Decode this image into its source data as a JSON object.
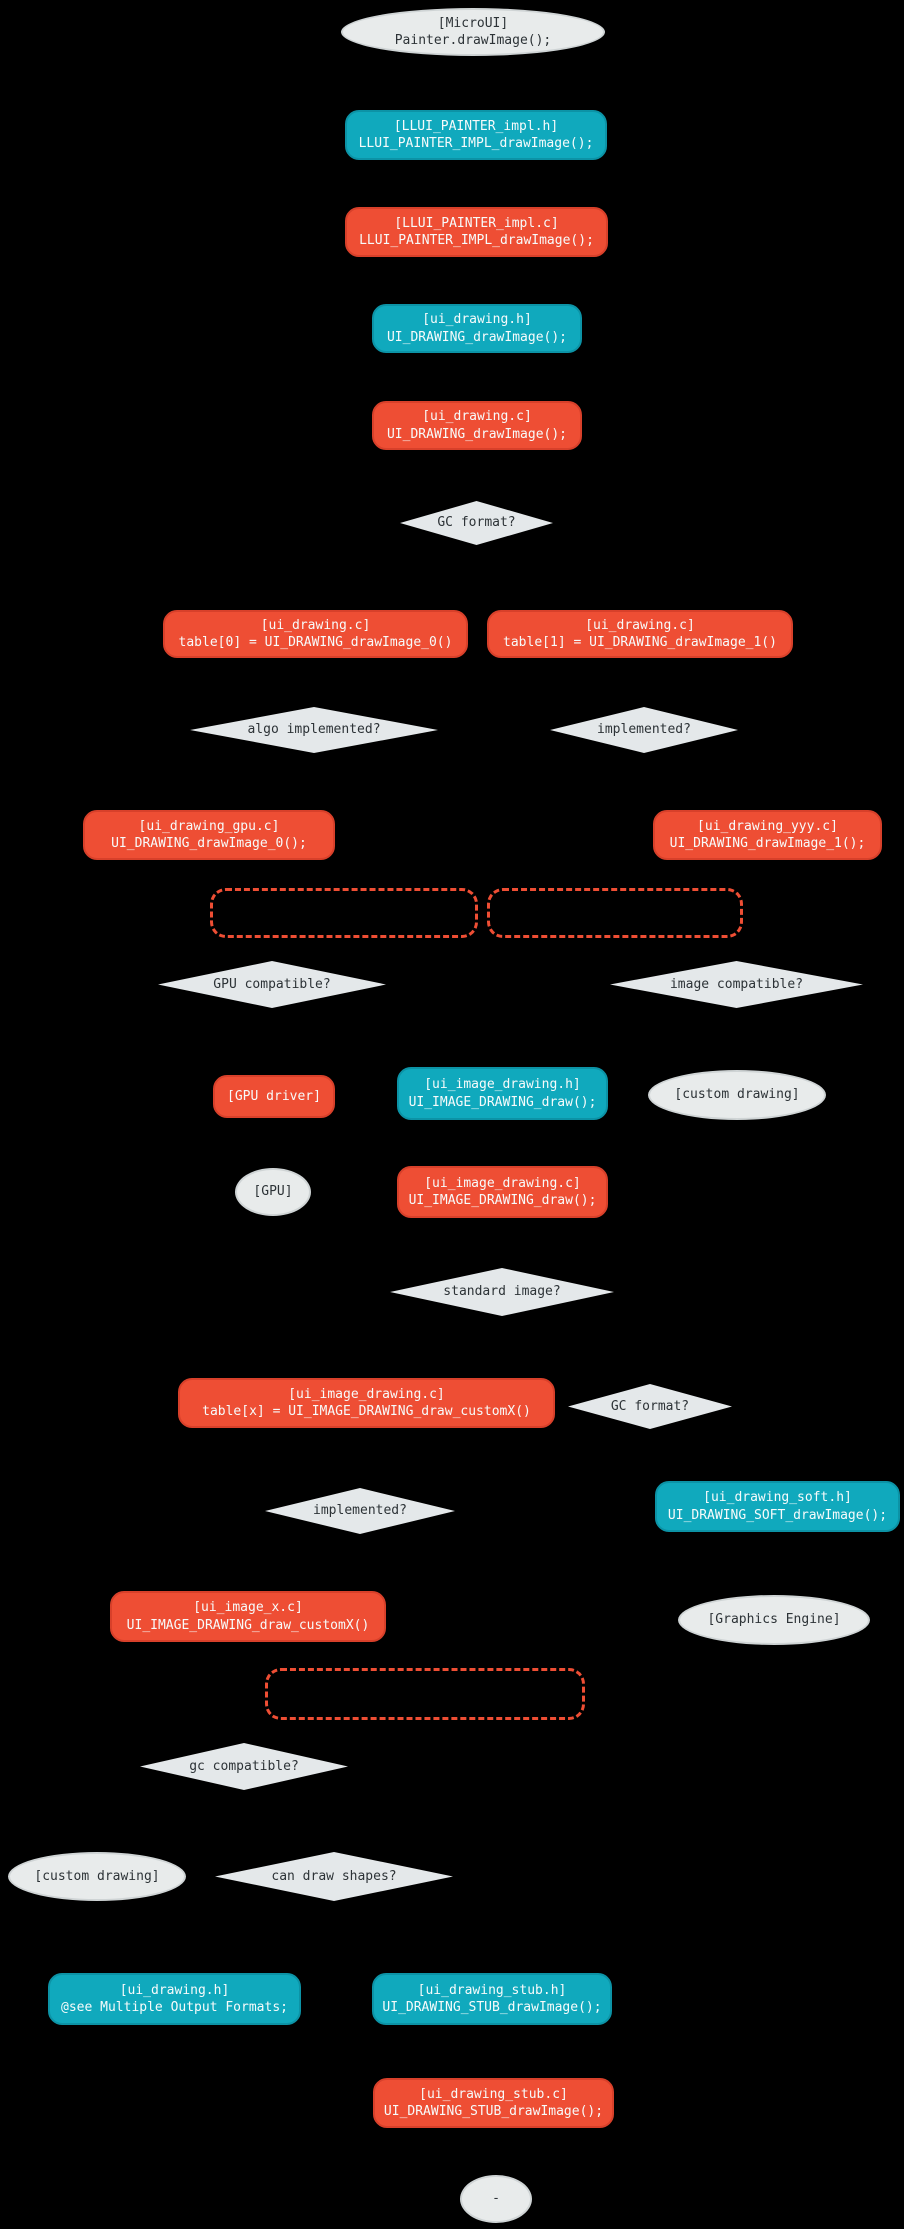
{
  "diagram": {
    "title": "drawImage call flow diagram",
    "background": "#000000",
    "colors": {
      "teal_fill": "#10a9bd",
      "orange_fill": "#ee4e34",
      "gray_fill": "#e8ebeb",
      "dashed_border": "#ee4e34",
      "text_on_color": "#f7fbfb",
      "text_on_gray": "#2d3337"
    },
    "nodes": [
      {
        "shape": "ellipse",
        "fill": "gray",
        "lines": [
          "[MicroUI]",
          "Painter.drawImage();"
        ]
      },
      {
        "shape": "box",
        "fill": "teal",
        "lines": [
          "[LLUI_PAINTER_impl.h]",
          "LLUI_PAINTER_IMPL_drawImage();"
        ]
      },
      {
        "shape": "box",
        "fill": "orange",
        "lines": [
          "[LLUI_PAINTER_impl.c]",
          "LLUI_PAINTER_IMPL_drawImage();"
        ]
      },
      {
        "shape": "box",
        "fill": "teal",
        "lines": [
          "[ui_drawing.h]",
          "UI_DRAWING_drawImage();"
        ]
      },
      {
        "shape": "box",
        "fill": "orange",
        "lines": [
          "[ui_drawing.c]",
          "UI_DRAWING_drawImage();"
        ]
      },
      {
        "shape": "diamond",
        "fill": "gray",
        "lines": [
          "GC format?"
        ]
      },
      {
        "shape": "box",
        "fill": "orange",
        "lines": [
          "[ui_drawing.c]",
          "table[0] = UI_DRAWING_drawImage_0()"
        ]
      },
      {
        "shape": "box",
        "fill": "orange",
        "lines": [
          "[ui_drawing.c]",
          "table[1] = UI_DRAWING_drawImage_1()"
        ]
      },
      {
        "shape": "diamond",
        "fill": "gray",
        "lines": [
          "algo implemented?"
        ]
      },
      {
        "shape": "diamond",
        "fill": "gray",
        "lines": [
          "implemented?"
        ]
      },
      {
        "shape": "box",
        "fill": "orange",
        "lines": [
          "[ui_drawing_gpu.c]",
          "UI_DRAWING_drawImage_0();"
        ]
      },
      {
        "shape": "box",
        "fill": "orange",
        "lines": [
          "[ui_drawing_yyy.c]",
          "UI_DRAWING_drawImage_1();"
        ]
      },
      {
        "shape": "dashed",
        "fill": "none",
        "lines": []
      },
      {
        "shape": "dashed",
        "fill": "none",
        "lines": []
      },
      {
        "shape": "diamond",
        "fill": "gray",
        "lines": [
          "GPU compatible?"
        ]
      },
      {
        "shape": "diamond",
        "fill": "gray",
        "lines": [
          "image compatible?"
        ]
      },
      {
        "shape": "box",
        "fill": "orange",
        "lines": [
          "[GPU driver]"
        ]
      },
      {
        "shape": "box",
        "fill": "teal",
        "lines": [
          "[ui_image_drawing.h]",
          "UI_IMAGE_DRAWING_draw();"
        ]
      },
      {
        "shape": "ellipse",
        "fill": "gray",
        "lines": [
          "[custom drawing]"
        ]
      },
      {
        "shape": "ellipse",
        "fill": "gray",
        "lines": [
          "[GPU]"
        ]
      },
      {
        "shape": "box",
        "fill": "orange",
        "lines": [
          "[ui_image_drawing.c]",
          "UI_IMAGE_DRAWING_draw();"
        ]
      },
      {
        "shape": "diamond",
        "fill": "gray",
        "lines": [
          "standard image?"
        ]
      },
      {
        "shape": "box",
        "fill": "orange",
        "lines": [
          "[ui_image_drawing.c]",
          "table[x] = UI_IMAGE_DRAWING_draw_customX()"
        ]
      },
      {
        "shape": "diamond",
        "fill": "gray",
        "lines": [
          "GC format?"
        ]
      },
      {
        "shape": "diamond",
        "fill": "gray",
        "lines": [
          "implemented?"
        ]
      },
      {
        "shape": "box",
        "fill": "teal",
        "lines": [
          "[ui_drawing_soft.h]",
          "UI_DRAWING_SOFT_drawImage();"
        ]
      },
      {
        "shape": "box",
        "fill": "orange",
        "lines": [
          "[ui_image_x.c]",
          "UI_IMAGE_DRAWING_draw_customX()"
        ]
      },
      {
        "shape": "ellipse",
        "fill": "gray",
        "lines": [
          "[Graphics Engine]"
        ]
      },
      {
        "shape": "dashed",
        "fill": "none",
        "lines": []
      },
      {
        "shape": "diamond",
        "fill": "gray",
        "lines": [
          "gc compatible?"
        ]
      },
      {
        "shape": "ellipse",
        "fill": "gray",
        "lines": [
          "[custom drawing]"
        ]
      },
      {
        "shape": "diamond",
        "fill": "gray",
        "lines": [
          "can draw shapes?"
        ]
      },
      {
        "shape": "box",
        "fill": "teal",
        "lines": [
          "[ui_drawing.h]",
          "@see Multiple Output Formats;"
        ]
      },
      {
        "shape": "box",
        "fill": "teal",
        "lines": [
          "[ui_drawing_stub.h]",
          "UI_DRAWING_STUB_drawImage();"
        ]
      },
      {
        "shape": "box",
        "fill": "orange",
        "lines": [
          "[ui_drawing_stub.c]",
          "UI_DRAWING_STUB_drawImage();"
        ]
      },
      {
        "shape": "ellipse",
        "fill": "gray",
        "lines": [
          "-"
        ]
      }
    ]
  }
}
